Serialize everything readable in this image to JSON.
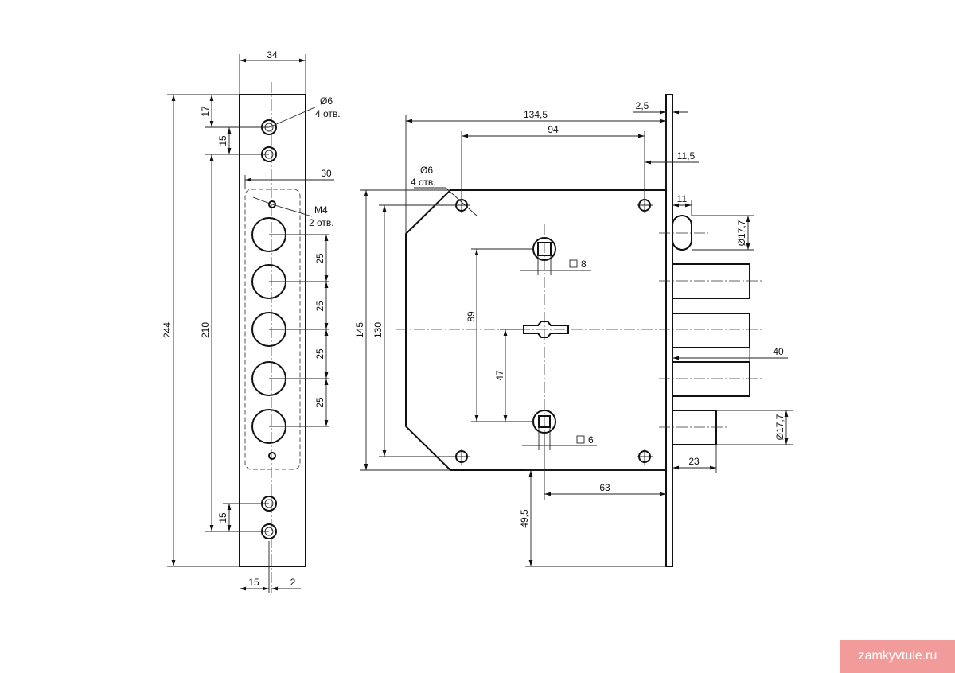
{
  "faceplate": {
    "width": "34",
    "height": "244",
    "screw_span": "210",
    "top_offset": "17",
    "upper_pitch": "15",
    "lower_pitch": "15",
    "inner_span": "30",
    "bolt_pitch_1": "25",
    "bolt_pitch_2": "25",
    "bolt_pitch_3": "25",
    "bolt_pitch_4": "25",
    "bottom_left": "15",
    "bottom_right": "2",
    "hole_note_line1": "Ø6",
    "hole_note_line2": "4 отв.",
    "thread_note_line1": "M4",
    "thread_note_line2": "2 отв."
  },
  "body": {
    "overall_width": "134,5",
    "plate_thickness": "2,5",
    "hole_span": "94",
    "backset_offset": "11,5",
    "hole_note_line1": "Ø6",
    "hole_note_line2": "4 отв.",
    "height": "145",
    "hole_height_span": "130",
    "spindle_distance": "89",
    "key_distance": "47",
    "spindle_upper": "8",
    "spindle_lower": "6",
    "latch_offset": "11",
    "latch_diameter": "Ø17,7",
    "bolt_throw": "40",
    "lower_bolt_diameter": "Ø17,7",
    "lower_bolt_length": "23",
    "backset": "63",
    "plate_extension": "49,5"
  },
  "watermark": "zamkyvtule.ru"
}
